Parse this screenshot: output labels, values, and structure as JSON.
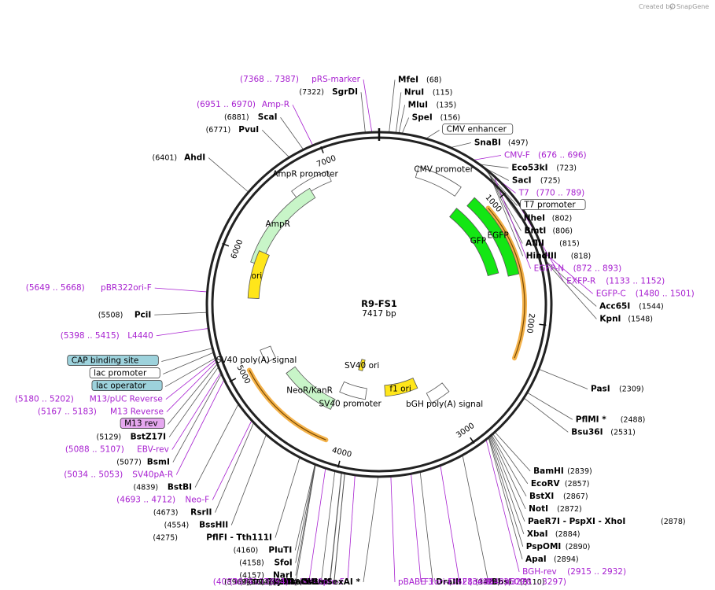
{
  "plasmid": {
    "name": "R9-FS1",
    "size_label": "7417 bp"
  },
  "branding": {
    "created_by": "Created by",
    "product": "SnapGene"
  },
  "colors": {
    "primer": "#a71fd0",
    "gfp": "#14e614",
    "ampr": "#c8f5c8",
    "ori": "#ffe61a",
    "orange": "#f4b24a"
  },
  "ticks": [
    "1000",
    "2000",
    "3000",
    "4000",
    "5000",
    "6000",
    "7000"
  ],
  "sites": [
    {
      "pos": 68,
      "lbl": "MfeI",
      "num": "(68)"
    },
    {
      "pos": 115,
      "lbl": "NruI",
      "num": "(115)"
    },
    {
      "pos": 135,
      "lbl": "MluI",
      "num": "(135)"
    },
    {
      "pos": 156,
      "lbl": "SpeI",
      "num": "(156)"
    },
    {
      "pos": 320,
      "lbl": "CMV enhancer",
      "num": "",
      "box": "white"
    },
    {
      "pos": 497,
      "lbl": "SnaBI",
      "num": "(497)"
    },
    {
      "pos": 676,
      "lbl": "CMV-F",
      "num": "(676 .. 696)",
      "primer": true
    },
    {
      "pos": 723,
      "lbl": "Eco53kI",
      "num": "(723)"
    },
    {
      "pos": 725,
      "lbl": "SacI",
      "num": "(725)"
    },
    {
      "pos": 770,
      "lbl": "T7",
      "num": "(770 .. 789)",
      "primer": true
    },
    {
      "pos": 780,
      "lbl": "T7 promoter",
      "num": "",
      "box": "white"
    },
    {
      "pos": 802,
      "lbl": "NheI",
      "num": "(802)"
    },
    {
      "pos": 806,
      "lbl": "BmtI",
      "num": "(806)"
    },
    {
      "pos": 815,
      "lbl": "AflII",
      "num": "(815)"
    },
    {
      "pos": 818,
      "lbl": "HindIII",
      "num": "(818)"
    },
    {
      "pos": 872,
      "lbl": "EGFP-N",
      "num": "(872 .. 893)",
      "primer": true
    },
    {
      "pos": 1133,
      "lbl": "EXFP-R",
      "num": "(1133 .. 1152)",
      "primer": true
    },
    {
      "pos": 1480,
      "lbl": "EGFP-C",
      "num": "(1480 .. 1501)",
      "primer": true
    },
    {
      "pos": 1544,
      "lbl": "Acc65I",
      "num": "(1544)"
    },
    {
      "pos": 1548,
      "lbl": "KpnI",
      "num": "(1548)"
    },
    {
      "pos": 2309,
      "lbl": "PasI",
      "num": "(2309)"
    },
    {
      "pos": 2488,
      "lbl": "PflMI *",
      "num": "(2488)"
    },
    {
      "pos": 2531,
      "lbl": "Bsu36I",
      "num": "(2531)"
    },
    {
      "pos": 2839,
      "lbl": "BamHI",
      "num": "(2839)"
    },
    {
      "pos": 2857,
      "lbl": "EcoRV",
      "num": "(2857)"
    },
    {
      "pos": 2867,
      "lbl": "BstXI",
      "num": "(2867)"
    },
    {
      "pos": 2872,
      "lbl": "NotI",
      "num": "(2872)"
    },
    {
      "pos": 2878,
      "lbl": "PaeR7I  - PspXI  - XhoI",
      "num": "(2878)"
    },
    {
      "pos": 2884,
      "lbl": "XbaI",
      "num": "(2884)"
    },
    {
      "pos": 2890,
      "lbl": "PspOMI",
      "num": "(2890)"
    },
    {
      "pos": 2894,
      "lbl": "ApaI",
      "num": "(2894)"
    },
    {
      "pos": 2915,
      "lbl": "BGH-rev",
      "num": "(2915 .. 2932)",
      "primer": true
    },
    {
      "pos": 3110,
      "lbl": "BbsI",
      "num": "(3110)"
    },
    {
      "pos": 3278,
      "lbl": "F1ori-R",
      "num": "(3278 .. 3297)",
      "primer": true
    },
    {
      "pos": 3424,
      "lbl": "DraIII",
      "num": "(3424)"
    },
    {
      "pos": 3488,
      "lbl": "F1ori-F",
      "num": "(3488 .. 3509)",
      "primer": true
    },
    {
      "pos": 3628,
      "lbl": "pBABE 3'",
      "num": "(3628 .. 3648)",
      "primer": true
    },
    {
      "pos": 3714,
      "lbl": "CsiI  - SexAI *",
      "num": "(3714)"
    },
    {
      "pos": 3875,
      "lbl": "SV40pro-F",
      "num": "(3875 .. 3894)",
      "primer": true
    },
    {
      "pos": 3946,
      "lbl": "StuI",
      "num": "(3946)"
    },
    {
      "pos": 3947,
      "lbl": "AvrII",
      "num": "(3947)"
    },
    {
      "pos": 3968,
      "lbl": "TspMI  - XmaI",
      "num": "(3968)"
    },
    {
      "pos": 3970,
      "lbl": "SmaI",
      "num": "(3970)"
    },
    {
      "pos": 4016,
      "lbl": "BsaBI *",
      "num": "(4016)"
    },
    {
      "pos": 4083,
      "lbl": "Neo-R",
      "num": "(4083 .. 4102)",
      "primer": true
    },
    {
      "pos": 4156,
      "lbl": "KasI",
      "num": "(4156)"
    },
    {
      "pos": 4157,
      "lbl": "NarI",
      "num": "(4157)"
    },
    {
      "pos": 4158,
      "lbl": "SfoI",
      "num": "(4158)"
    },
    {
      "pos": 4160,
      "lbl": "PluTI",
      "num": "(4160)"
    },
    {
      "pos": 4275,
      "lbl": "PflFI  - Tth111I",
      "num": "(4275)"
    },
    {
      "pos": 4554,
      "lbl": "BssHII",
      "num": "(4554)"
    },
    {
      "pos": 4673,
      "lbl": "RsrII",
      "num": "(4673)"
    },
    {
      "pos": 4693,
      "lbl": "Neo-F",
      "num": "(4693 .. 4712)",
      "primer": true
    },
    {
      "pos": 4839,
      "lbl": "BstBI",
      "num": "(4839)"
    },
    {
      "pos": 5034,
      "lbl": "SV40pA-R",
      "num": "(5034 .. 5053)",
      "primer": true
    },
    {
      "pos": 5077,
      "lbl": "BsmI",
      "num": "(5077)"
    },
    {
      "pos": 5088,
      "lbl": "EBV-rev",
      "num": "(5088 .. 5107)",
      "primer": true
    },
    {
      "pos": 5129,
      "lbl": "BstZ17I",
      "num": "(5129)"
    },
    {
      "pos": 5150,
      "lbl": "M13 rev",
      "num": "",
      "box": "purple"
    },
    {
      "pos": 5167,
      "lbl": "M13 Reverse",
      "num": "(5167 .. 5183)",
      "primer": true
    },
    {
      "pos": 5190,
      "lbl": "lac operator",
      "num": "",
      "box": "teal"
    },
    {
      "pos": 5180,
      "lbl": "M13/pUC Reverse",
      "num": "(5180 .. 5202)",
      "primer": true
    },
    {
      "pos": 5230,
      "lbl": "lac promoter",
      "num": "",
      "box": "white"
    },
    {
      "pos": 5260,
      "lbl": "CAP binding site",
      "num": "",
      "box": "teal"
    },
    {
      "pos": 5398,
      "lbl": "L4440",
      "num": "(5398 .. 5415)",
      "primer": true
    },
    {
      "pos": 5508,
      "lbl": "PciI",
      "num": "(5508)"
    },
    {
      "pos": 5649,
      "lbl": "pBR322ori-F",
      "num": "(5649 .. 5668)",
      "primer": true
    },
    {
      "pos": 6401,
      "lbl": "AhdI",
      "num": "(6401)"
    },
    {
      "pos": 6771,
      "lbl": "PvuI",
      "num": "(6771)"
    },
    {
      "pos": 6881,
      "lbl": "ScaI",
      "num": "(6881)"
    },
    {
      "pos": 6951,
      "lbl": "Amp-R",
      "num": "(6951 .. 6970)",
      "primer": true
    },
    {
      "pos": 7322,
      "lbl": "SgrDI",
      "num": "(7322)"
    },
    {
      "pos": 7368,
      "lbl": "pRS-marker",
      "num": "(7368 .. 7387)",
      "primer": true
    }
  ],
  "features": [
    {
      "name": "AmpR promoter",
      "start": 6640,
      "end": 6980
    },
    {
      "name": "CMV promoter",
      "start": 330,
      "end": 720
    },
    {
      "name": "GFP",
      "start": 800,
      "end": 1550
    },
    {
      "name": "EGFP",
      "start": 860,
      "end": 1600
    },
    {
      "name": "AmpR",
      "start": 5940,
      "end": 6780
    },
    {
      "name": "ori",
      "start": 5620,
      "end": 6060
    },
    {
      "name": "SV40 poly(A) signal",
      "start": 5000,
      "end": 5130
    },
    {
      "name": "SV40 ori",
      "start": 4000,
      "end": 4070
    },
    {
      "name": "NeoR/KanR",
      "start": 4220,
      "end": 4810
    },
    {
      "name": "SV40 promoter",
      "start": 3880,
      "end": 4210
    },
    {
      "name": "bGH poly(A) signal",
      "start": 2910,
      "end": 3130
    },
    {
      "name": "f1 ori",
      "start": 3200,
      "end": 3630
    }
  ],
  "orange_arcs": [
    {
      "start": 1000,
      "end": 2300
    },
    {
      "start": 4150,
      "end": 5010
    }
  ]
}
